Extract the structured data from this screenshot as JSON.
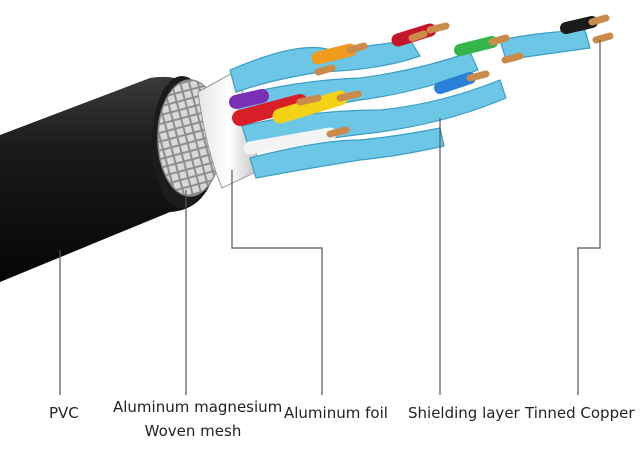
{
  "labels": {
    "pvc": "PVC",
    "mesh_line1": "Aluminum magnesium",
    "mesh_line2": "Woven mesh",
    "foil": "Aluminum foil",
    "shielding": "Shielding layer",
    "copper": "Tinned Copper"
  },
  "colors": {
    "jacket": "#141414",
    "shield_blue": "#6cc6e6",
    "copper": "#c98a4a",
    "leader_line": "#555555"
  },
  "wires": [
    {
      "color": "#d81e27"
    },
    {
      "color": "#f4d316"
    },
    {
      "color": "#7b2fb5"
    },
    {
      "color": "#f4f4f4"
    },
    {
      "color": "#f29a1c"
    },
    {
      "color": "#c4162a"
    },
    {
      "color": "#33b54a"
    },
    {
      "color": "#2a7fd6"
    },
    {
      "color": "#1a1a1a"
    }
  ]
}
